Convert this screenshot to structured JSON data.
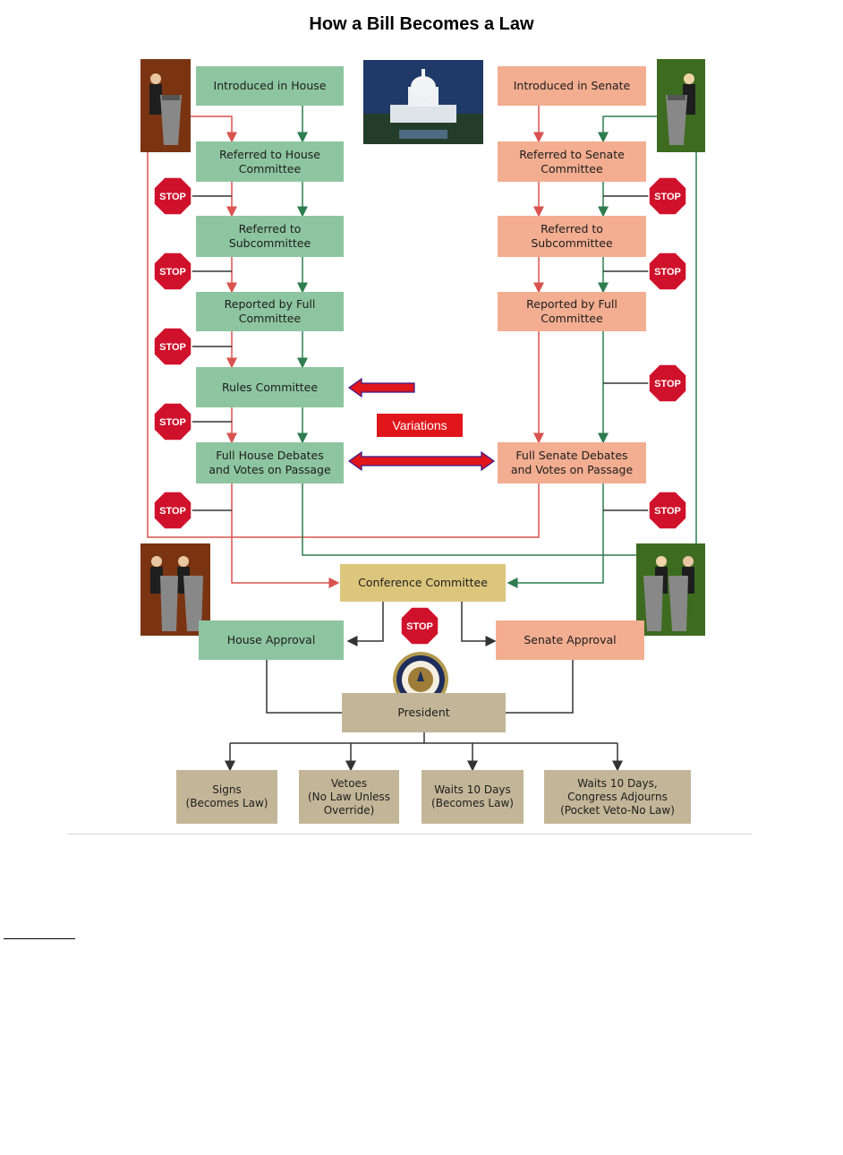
{
  "title": "How a Bill Becomes a Law",
  "house": {
    "introduced": "Introduced in House",
    "referred_committee": "Referred to House\nCommittee",
    "referred_subcommittee": "Referred to\nSubcommittee",
    "reported": "Reported by Full\nCommittee",
    "rules": "Rules Committee",
    "debates": "Full House Debates\nand Votes on Passage",
    "approval": "House Approval"
  },
  "senate": {
    "introduced": "Introduced in Senate",
    "referred_committee": "Referred to Senate\nCommittee",
    "referred_subcommittee": "Referred to\nSubcommittee",
    "reported": "Reported by Full\nCommittee",
    "debates": "Full Senate Debates\nand Votes on Passage",
    "approval": "Senate Approval"
  },
  "conference": "Conference Committee",
  "president": "President",
  "variations": "Variations",
  "stop_label": "STOP",
  "outcomes": [
    "Signs\n(Becomes Law)",
    "Vetoes\n(No Law Unless\nOverride)",
    "Waits 10 Days\n(Becomes Law)",
    "Waits 10 Days,\nCongress Adjourns\n(Pocket Veto-No Law)"
  ],
  "colors": {
    "house_box": "#8dc5a0",
    "senate_box": "#f3ad90",
    "conference_box": "#dcc67c",
    "president_box": "#c3b698",
    "red_line": "#d9534f",
    "green_line": "#2e7d4f",
    "stop_sign": "#d0112b",
    "variations_bg": "#e0161b"
  }
}
